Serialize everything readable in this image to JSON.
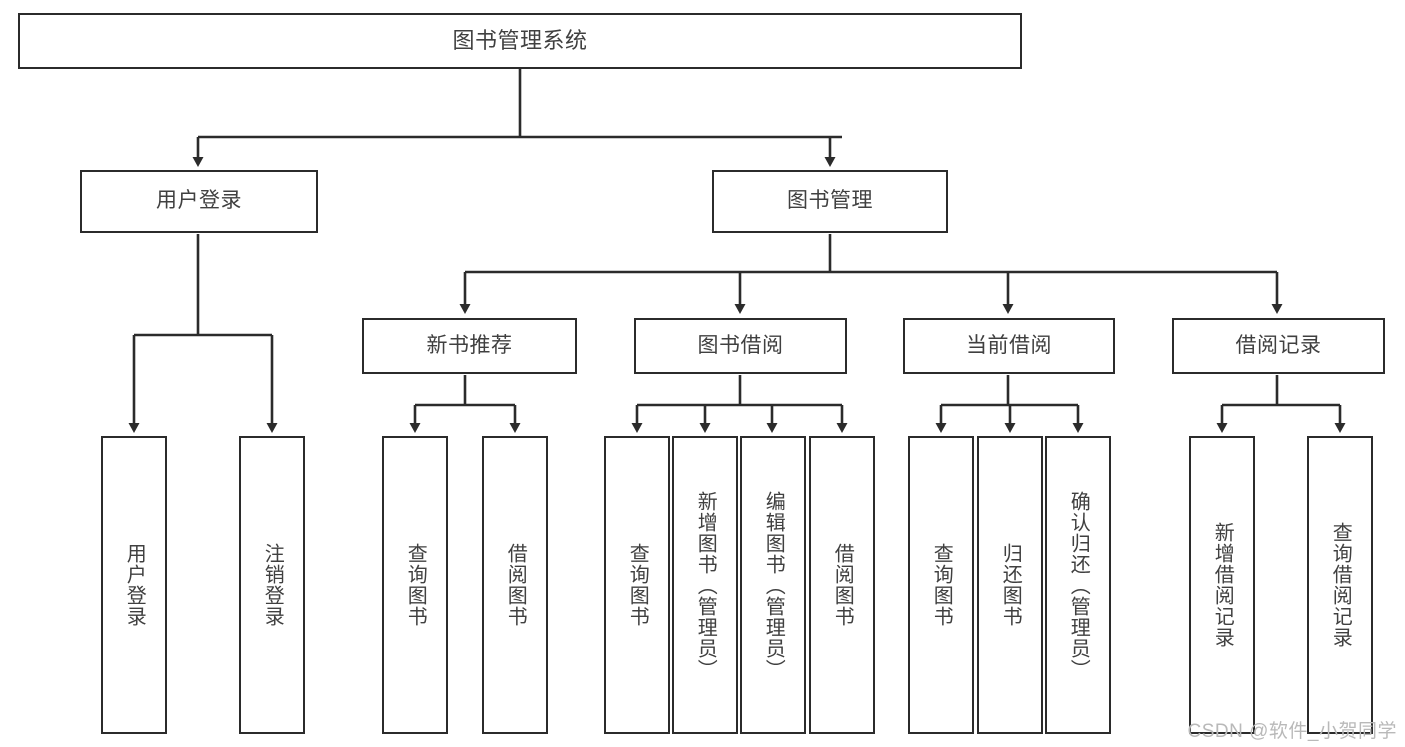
{
  "diagram": {
    "title": "图书管理系统",
    "type": "tree-hierarchy-chart",
    "root": {
      "label": "图书管理系统"
    },
    "level2": [
      {
        "label": "用户登录"
      },
      {
        "label": "图书管理"
      }
    ],
    "level3": [
      {
        "label": "新书推荐"
      },
      {
        "label": "图书借阅"
      },
      {
        "label": "当前借阅"
      },
      {
        "label": "借阅记录"
      }
    ],
    "leaves": [
      {
        "label": "用户登录"
      },
      {
        "label": "注销登录"
      },
      {
        "label": "查询图书"
      },
      {
        "label": "借阅图书"
      },
      {
        "label": "查询图书"
      },
      {
        "label": "新增图书（管理员）"
      },
      {
        "label": "编辑图书（管理员）"
      },
      {
        "label": "借阅图书"
      },
      {
        "label": "查询图书"
      },
      {
        "label": "归还图书"
      },
      {
        "label": "确认归还（管理员）"
      },
      {
        "label": "新增借阅记录"
      },
      {
        "label": "查询借阅记录"
      }
    ]
  },
  "watermark": {
    "text": "CSDN @软件_小贺同学"
  },
  "colors": {
    "border": "#2b2b2b",
    "text": "#404040",
    "background": "#ffffff",
    "watermark": "#b9b9b9"
  }
}
